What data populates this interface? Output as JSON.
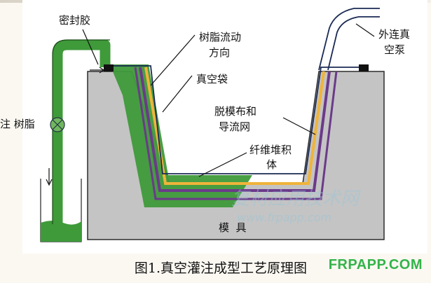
{
  "labels": {
    "sealant": "密封胶",
    "resin_flow_line1": "树脂流动",
    "resin_flow_line2": "方向",
    "vacuum_bag": "真空袋",
    "release_line1": "脱模布和",
    "release_line2": "导流网",
    "fiber_line1": "纤维堆积",
    "fiber_line2": "体",
    "pump_line1": "外连真",
    "pump_line2": "空泵",
    "resin_in": "注 树脂",
    "mold": "模  具"
  },
  "caption": "图1.真空灌注成型工艺原理图",
  "watermark": {
    "cn": "复材应用技术网",
    "url": "www.frpapp.com"
  },
  "brand": "FRPAPP.COM",
  "colors": {
    "resin_green": "#3f9a3a",
    "mold_gray": "#c4c4c4",
    "fiber_purple": "#6b3a8a",
    "release_yellow": "#f0b43a",
    "bag_navy": "#1b2a55"
  }
}
